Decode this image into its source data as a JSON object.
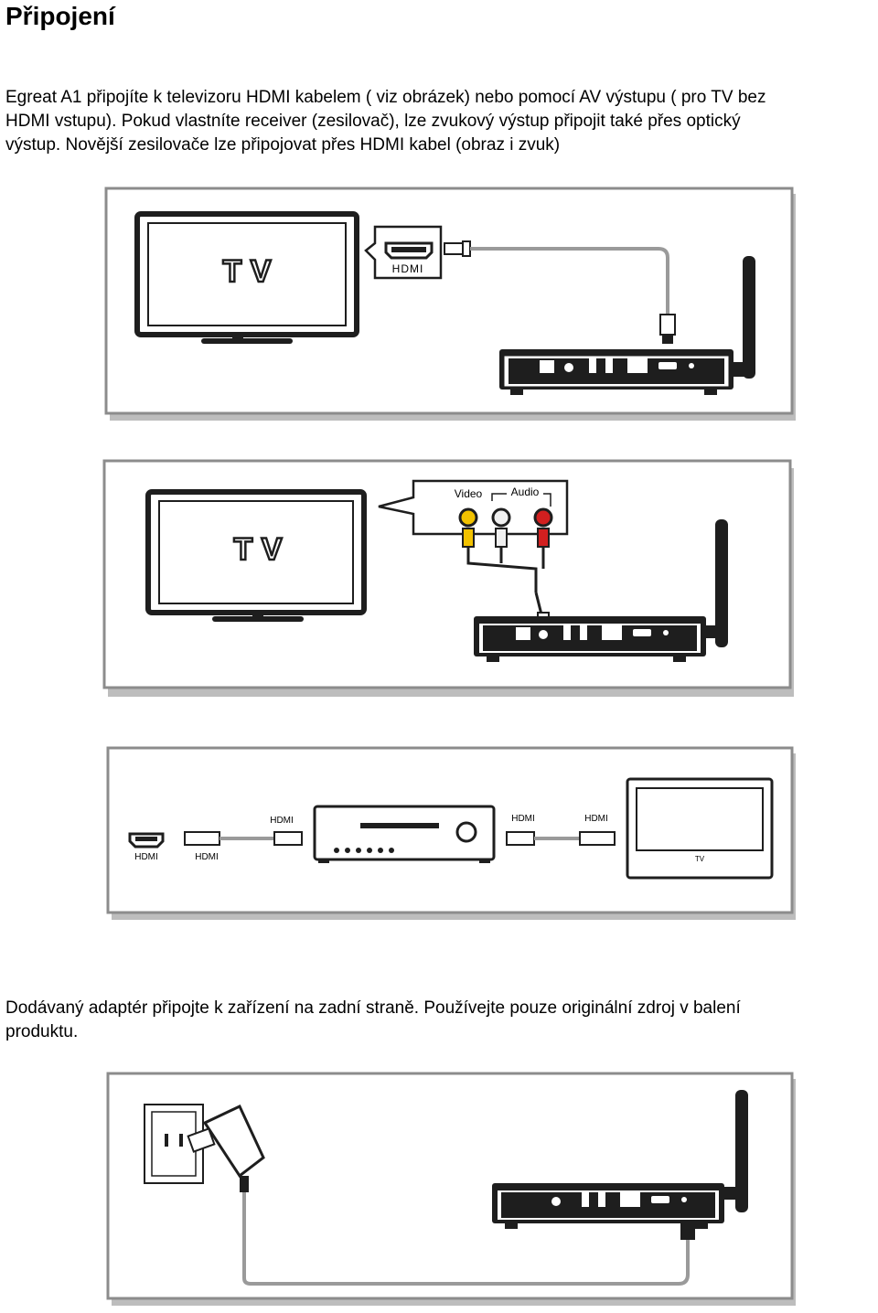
{
  "page": {
    "title": "Připojení",
    "intro_line1": "Egreat A1 připojíte k televizoru HDMI kabelem ( viz obrázek) nebo pomocí AV výstupu ( pro TV bez",
    "intro_line2": "HDMI vstupu). Pokud vlastníte receiver (zesilovač), lze zvukový výstup připojit také přes optický",
    "intro_line3": "výstup. Novější zesilovače lze připojovat přes HDMI kabel (obraz i zvuk)",
    "power_line1": "Dodávaný adaptér připojte k zařízení na zadní straně. Používejte pouze originální zdroj v balení",
    "power_line2": "produktu."
  },
  "figures": {
    "hdmi": {
      "tv_label": "T V",
      "callout_label": "HDMI"
    },
    "av": {
      "tv_label": "T V",
      "video_label": "Video",
      "audio_label": "Audio"
    },
    "receiver": {
      "hdmi_left": "HDMI",
      "hdmi_cable_left": "HDMI",
      "hdmi_top_left": "HDMI",
      "hdmi_top_mid": "HDMI",
      "hdmi_top_right": "HDMI",
      "tv_small": "TV"
    },
    "power": {}
  },
  "colors": {
    "frame": "#8c8c8c",
    "device": "#1e1e1e",
    "cable": "#9a9a9a",
    "rca_yellow": "#f2c200",
    "rca_red": "#d21f1f",
    "rca_white": "#f0f0f0"
  }
}
